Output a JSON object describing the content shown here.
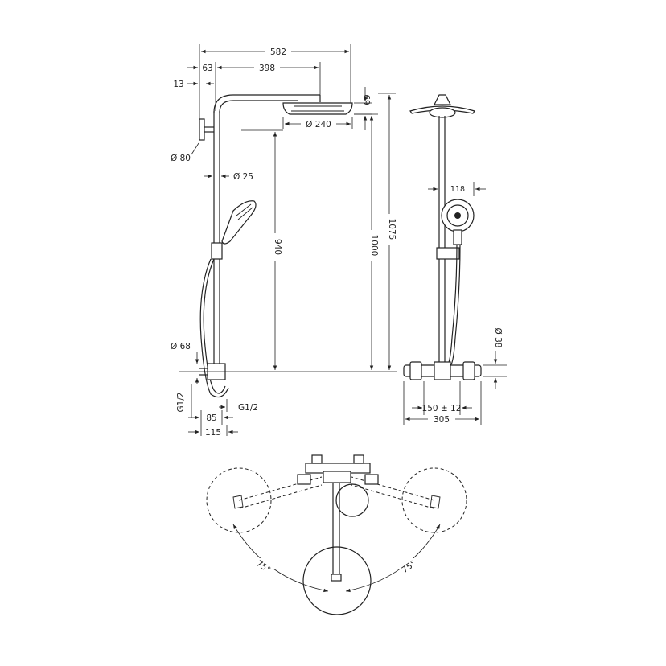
{
  "dimensions": {
    "overall_width": "582",
    "wall_offset": "63",
    "arm_length": "398",
    "wall_plate": "13",
    "head_drop": "69",
    "head_diameter": "Ø 240",
    "rosette_diameter": "Ø 80",
    "pipe_diameter": "Ø 25",
    "riser_height": "940",
    "total_height_1000": "1000",
    "total_height_1075": "1075",
    "mixer_diameter": "Ø 68",
    "inlet_left": "G1/2",
    "inlet_right": "G1/2",
    "projection_85": "85",
    "projection_115": "115",
    "handshower_diameter": "118",
    "thermostat_diameter": "Ø 38",
    "inlet_spacing": "150 ± 12",
    "thermostat_width": "305",
    "swivel_left": "75°",
    "swivel_right": "75°"
  }
}
